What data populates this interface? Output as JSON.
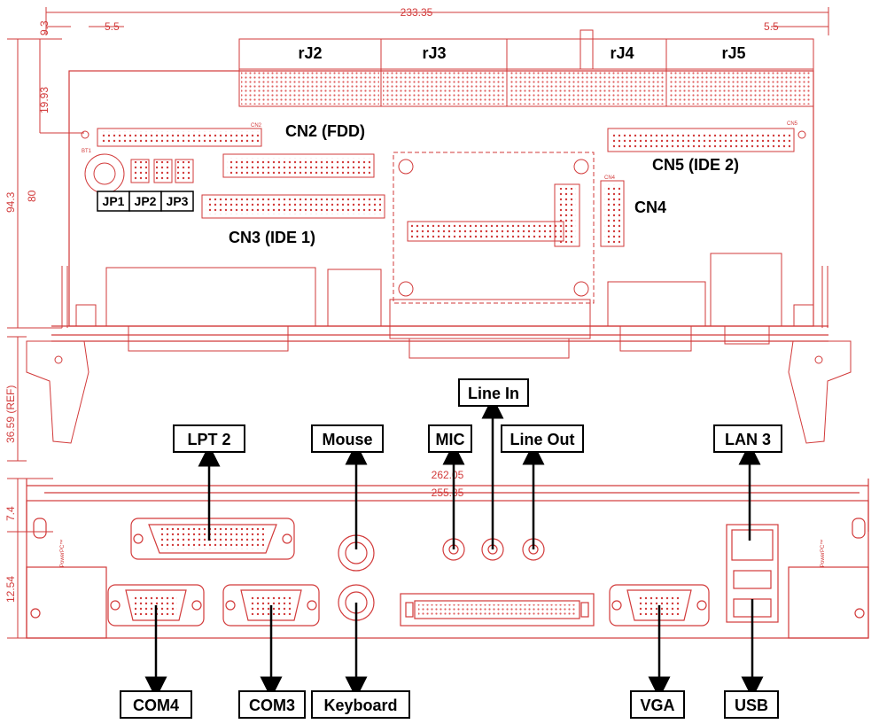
{
  "dimensions": {
    "top_width": "233.35",
    "top_left_offset": "5.5",
    "top_right_offset": "5.5",
    "left_small": "9.3",
    "left_mid": "19.93",
    "left_height": "94.3",
    "left_inner": "80",
    "left_ref": "36.59 (REF)",
    "bottom_width1": "262.05",
    "bottom_width2": "255.85",
    "bottom_left_small": "7.4",
    "bottom_left_mid": "12.54"
  },
  "board_labels": {
    "rj2": "rJ2",
    "rj3": "rJ3",
    "rj4": "rJ4",
    "rj5": "rJ5",
    "cn2": "CN2 (FDD)",
    "cn3": "CN3 (IDE 1)",
    "cn4": "CN4",
    "cn5": "CN5 (IDE 2)",
    "jp1": "JP1",
    "jp2": "JP2",
    "jp3": "JP3"
  },
  "silk": {
    "cn2_small": "CN2",
    "cn5_small": "CN5",
    "cn4_small": "CN4",
    "bat": "BT1",
    "panel_left_logo": "PowerPC™",
    "panel_right_logo": "PowerPC™"
  },
  "callouts_top": {
    "lpt2": "LPT 2",
    "mouse": "Mouse",
    "mic": "MIC",
    "line_in": "Line In",
    "line_out": "Line Out",
    "lan3": "LAN 3"
  },
  "callouts_bottom": {
    "com4": "COM4",
    "com3": "COM3",
    "keyboard": "Keyboard",
    "vga": "VGA",
    "usb": "USB"
  },
  "colors": {
    "drawing": "#d23a3a",
    "drawing_light": "#e88a8a",
    "label": "#000000"
  }
}
